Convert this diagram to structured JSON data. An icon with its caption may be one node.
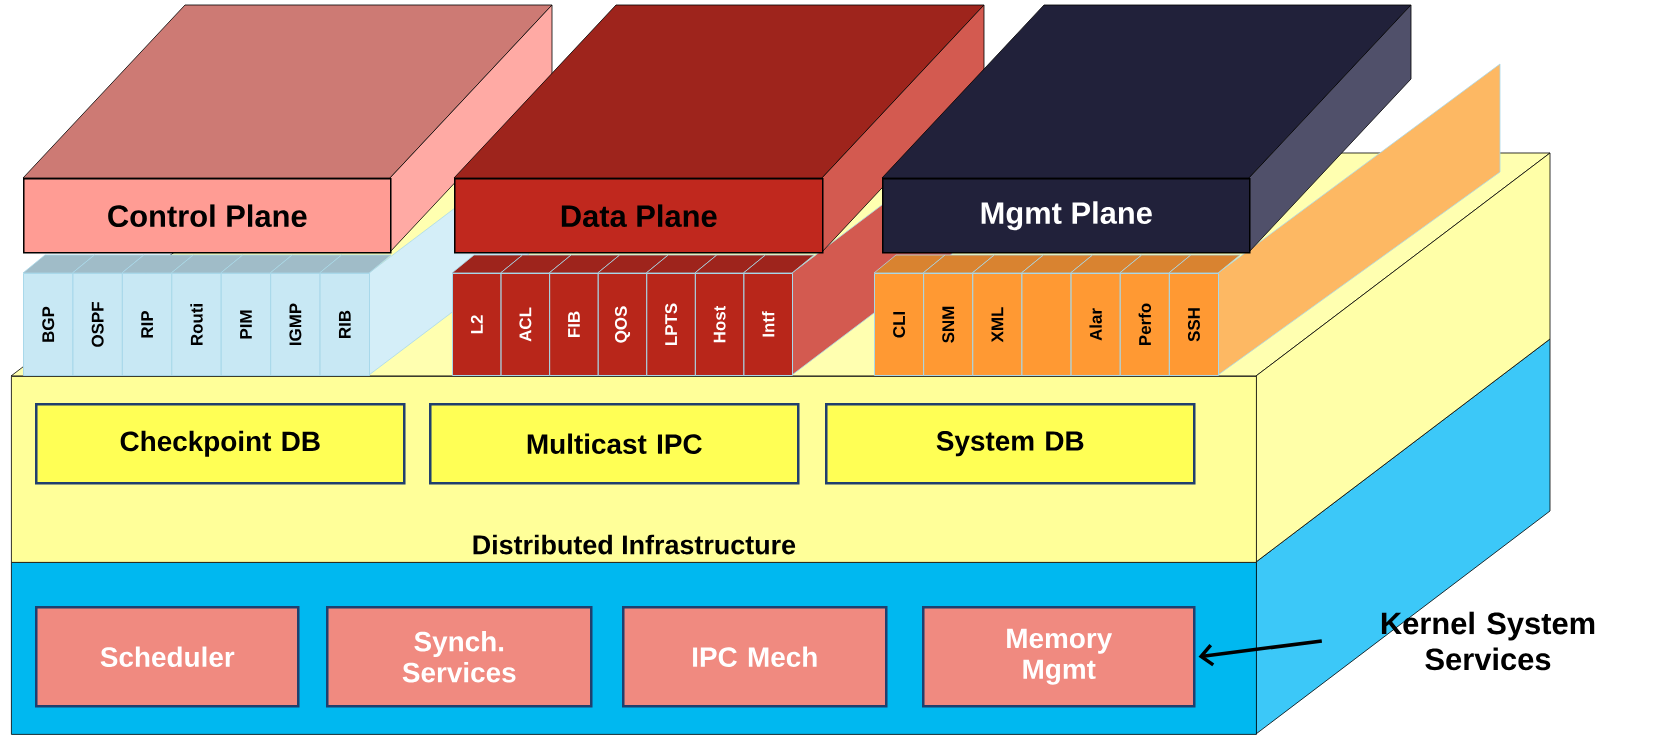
{
  "diagram": {
    "nodes": [
      {
        "text": [
          "Control Plane"
        ]
      },
      {
        "text": [
          "Data Plane"
        ]
      },
      {
        "text": [
          "Mgmt Plane"
        ]
      },
      {
        "text": [
          "BGP"
        ]
      },
      {
        "text": [
          "OSPF"
        ]
      },
      {
        "text": [
          "RIP"
        ]
      },
      {
        "text": [
          "Routi"
        ]
      },
      {
        "text": [
          "PIM"
        ]
      },
      {
        "text": [
          "IGMP"
        ]
      },
      {
        "text": [
          "RIB"
        ]
      },
      {
        "text": [
          "L2"
        ]
      },
      {
        "text": [
          "ACL"
        ]
      },
      {
        "text": [
          "FIB"
        ]
      },
      {
        "text": [
          "QOS"
        ]
      },
      {
        "text": [
          "LPTS"
        ]
      },
      {
        "text": [
          "Host"
        ]
      },
      {
        "text": [
          "Intf"
        ]
      },
      {
        "text": [
          "CLI"
        ]
      },
      {
        "text": [
          "SNM"
        ]
      },
      {
        "text": [
          "XML"
        ]
      },
      {
        "text": [],
        "shape": "box"
      },
      {
        "text": [
          "Alar"
        ]
      },
      {
        "text": [
          "Perfo"
        ]
      },
      {
        "text": [
          "SSH"
        ]
      },
      {
        "text": [
          "Distributed Infrastructure"
        ]
      },
      {
        "text": [
          "Checkpoint DB"
        ],
        "in": 24
      },
      {
        "text": [
          "Multicast IPC"
        ],
        "in": 24
      },
      {
        "text": [
          "System DB"
        ],
        "in": 24
      },
      {
        "text": [],
        "shape": "box"
      },
      {
        "text": [
          "Scheduler"
        ],
        "in": 28
      },
      {
        "text": [
          "Synch. Services"
        ],
        "in": 28
      },
      {
        "text": [
          "IPC Mech"
        ],
        "in": 28
      },
      {
        "text": [
          "Memory Mgmt"
        ],
        "in": 28
      },
      {
        "text": [
          "Kernel System Services"
        ]
      }
    ],
    "edges": [
      {
        "from": 33,
        "to": 32,
        "arrow": "to"
      }
    ]
  }
}
